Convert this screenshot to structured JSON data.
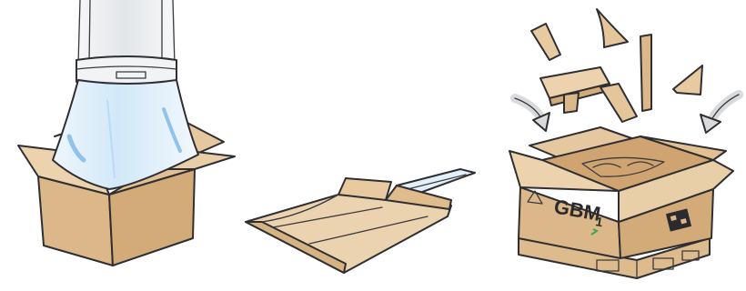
{
  "scene": {
    "background": "#ffffff",
    "colors": {
      "cardboard": "#dcb789",
      "cardboard_light": "#ecd2ad",
      "cardboard_dark": "#c89c66",
      "film_blue": "#cfe6f7",
      "film_highlight": "#8fc3ea",
      "tube_grey": "#eceef0",
      "ink": "#2f2f33",
      "arrow_grey": "#d9dadc"
    },
    "panels": [
      {
        "step": "bagging",
        "description_icon": "box-with-film-sleeve-icon"
      },
      {
        "step": "flattened",
        "description_icon": "flat-box-with-film-icon"
      },
      {
        "step": "filling",
        "description_icon": "box-with-filler-pieces-icon"
      }
    ],
    "box_print": {
      "text": "GBM",
      "recycle_symbol": "recycle-triangle-icon",
      "corner_text": "1"
    }
  }
}
